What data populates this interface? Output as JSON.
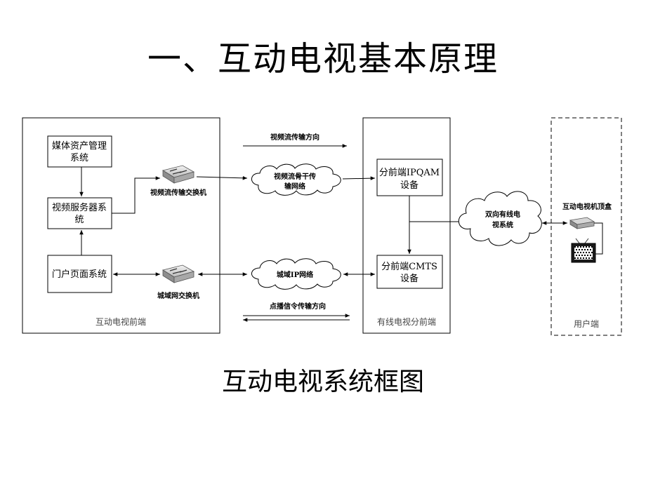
{
  "title": "一、互动电视基本原理",
  "caption": "互动电视系统框图",
  "regions": {
    "headend": "互动电视前端",
    "hub": "有线电视分前端",
    "user": "用户端"
  },
  "boxes": {
    "media_asset_l1": "媒体资产管理",
    "media_asset_l2": "系统",
    "video_server_l1": "视频服务器系",
    "video_server_l2": "统",
    "portal": "门户页面系统",
    "ipqam_l1": "分前端IPQAM",
    "ipqam_l2": "设备",
    "cmts_l1": "分前端CMTS",
    "cmts_l2": "设备"
  },
  "switches": {
    "video_switch": "视频流传输交换机",
    "man_switch": "城域网交换机"
  },
  "clouds": {
    "trunk_l1": "视频流骨干传",
    "trunk_l2": "输网络",
    "man_ip": "城域IP网络",
    "hfc_l1": "双向有线电",
    "hfc_l2": "视系统"
  },
  "directions": {
    "video_flow": "视频流传输方向",
    "vod_signal": "点播信令传输方向"
  },
  "devices": {
    "stb": "互动电视机顶盒"
  },
  "icons": [
    "switch-icon",
    "set-top-box-icon",
    "television-icon",
    "cloud-icon"
  ]
}
